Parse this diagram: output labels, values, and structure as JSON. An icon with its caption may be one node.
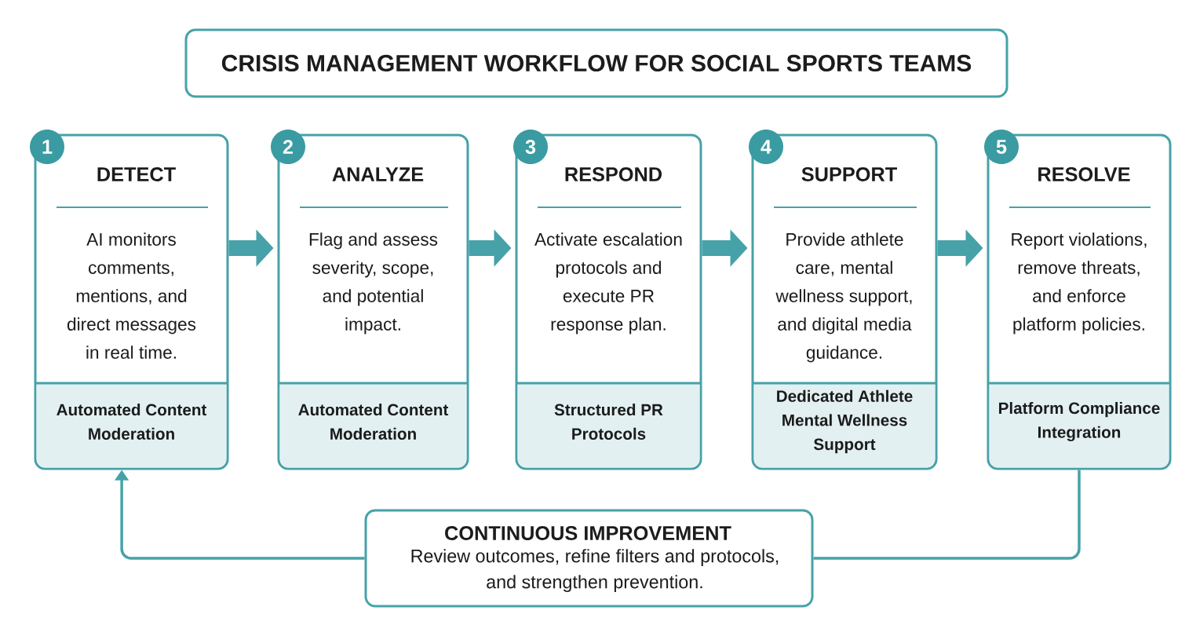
{
  "diagram": {
    "title": "CRISIS MANAGEMENT WORKFLOW FOR SOCIAL SPORTS TEAMS",
    "nodes": [
      {
        "text": [
          "1"
        ]
      },
      {
        "text": [
          "DETECT",
          "AI monitors comments, mentions, and direct messages in real time."
        ]
      },
      {
        "text": [
          "Automated Content Moderation"
        ],
        "in": 1
      },
      {
        "text": [
          "2"
        ]
      },
      {
        "text": [
          "ANALYZE",
          "Flag and assess severity, scope, and potential impact."
        ]
      },
      {
        "text": [
          "Automated Content Moderation"
        ],
        "in": 4
      },
      {
        "text": [
          "3"
        ]
      },
      {
        "text": [
          "RESPOND",
          "Activate escalation protocols and execute PR response plan."
        ]
      },
      {
        "text": [
          "Structured PR Protocols"
        ],
        "in": 7
      },
      {
        "text": [
          "4"
        ]
      },
      {
        "text": [
          "SUPPORT",
          "Provide athlete care, mental wellness support, and digital media guidance."
        ]
      },
      {
        "text": [
          "Dedicated Athlete Mental Wellness Support"
        ],
        "in": 10
      },
      {
        "text": [
          "5"
        ]
      },
      {
        "text": [
          "RESOLVE",
          "Report violations, remove threats, and enforce platform policies."
        ]
      },
      {
        "text": [
          "Platform Compliance Integration"
        ],
        "in": 13
      },
      {
        "text": [
          "CONTINUOUS IMPROVEMENT",
          "Review outcomes, refine filters and protocols, and strengthen prevention."
        ]
      }
    ],
    "edges": [
      {
        "from": 1,
        "to": 4,
        "arrow": "to"
      },
      {
        "from": 4,
        "to": 7,
        "arrow": "to"
      },
      {
        "from": 7,
        "to": 10,
        "arrow": "to"
      },
      {
        "from": 10,
        "to": 13,
        "arrow": "to"
      },
      {
        "from": 13,
        "to": 15,
        "arrow": "none"
      },
      {
        "from": 15,
        "to": 1,
        "arrow": "to"
      }
    ]
  }
}
